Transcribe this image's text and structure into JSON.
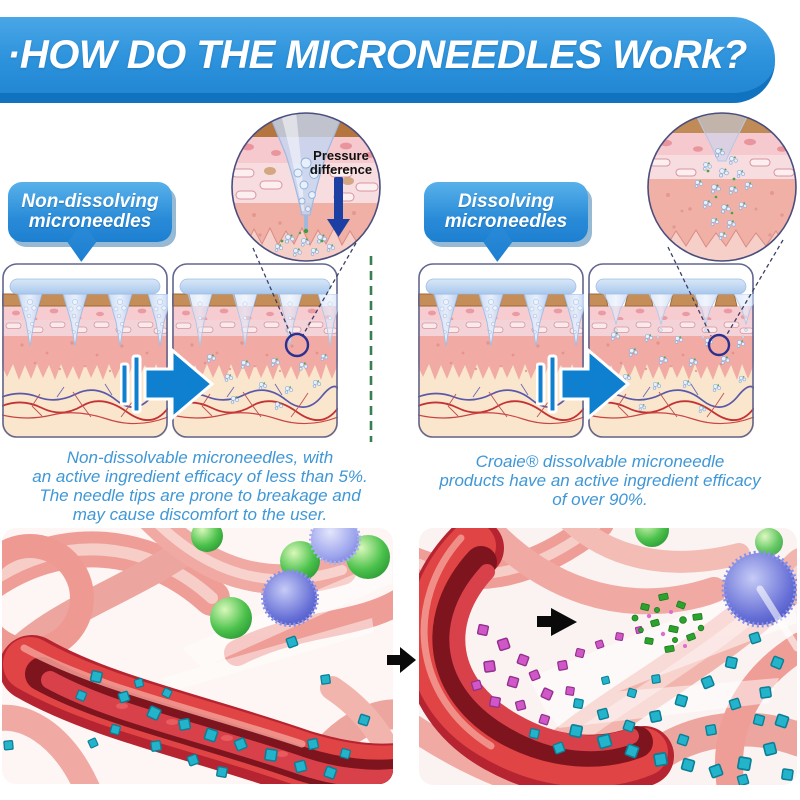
{
  "title": "·HOW DO THE MICRONEEDLES WoRk?",
  "left": {
    "label_line1": "Non-dissolving",
    "label_line2": "microneedles",
    "inset_annotation_line1": "Pressure",
    "inset_annotation_line2": "difference",
    "caption_lines": [
      "Non-dissolvable microneedles, with",
      "an active ingredient efficacy of less than 5%.",
      "The needle tips are prone to breakage and",
      "may cause discomfort to the user."
    ]
  },
  "right": {
    "label_line1": "Dissolving",
    "label_line2": "microneedles",
    "caption_lines": [
      "Croaie® dissolvable microneedle",
      "products have an active ingredient efficacy",
      "of over 90%."
    ]
  },
  "colors": {
    "banner_blue": "#2d93dc",
    "banner_shadow": "#0d6cb2",
    "caption_blue": "#3f97d6",
    "arrow_blue": "#0f7fd0",
    "pressure_arrow_blue": "#1c3fa4",
    "divider_green": "#3a7f52",
    "cube_cyan": "#23b3cb",
    "cube_magenta": "#cf57c7",
    "sphere_green": "#2f9e38",
    "vessel_red": "#e04444",
    "skin_pink": "#f1aba4",
    "patch_blue": "#b9d2ee"
  }
}
